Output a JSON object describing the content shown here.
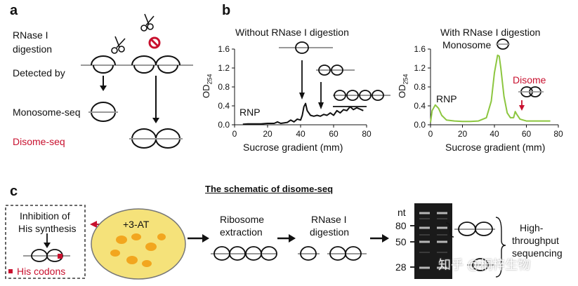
{
  "panel_a": {
    "letter": "a",
    "rnase_label_line1": "RNase I",
    "rnase_label_line2": "digestion",
    "detected_by": "Detected by",
    "monosome_seq": "Monosome-seq",
    "disome_seq": "Disome-seq"
  },
  "panel_b": {
    "letter": "b",
    "left_title": "Without RNase I digestion",
    "right_title": "With RNase I digestion",
    "rnp_left": "RNP",
    "rnp_right": "RNP",
    "monosome": "Monosome",
    "disome": "Disome",
    "ylabel_main": "OD",
    "ylabel_sub": "254",
    "xlabel": "Sucrose gradient (mm)",
    "yticks": [
      "1.6",
      "1.2",
      "0.8",
      "0.4",
      "0.0"
    ],
    "xticks": [
      "0",
      "20",
      "40",
      "60",
      "80"
    ]
  },
  "panel_c": {
    "letter": "c",
    "title": "The schematic of disome-seq",
    "inhibition_line1": "Inhibition of",
    "inhibition_line2": "His synthesis",
    "his_codons": "His codons",
    "drug": "+3-AT",
    "step1_line1": "Ribosome",
    "step1_line2": "extraction",
    "step2_line1": "RNase I",
    "step2_line2": "digestion",
    "nt": "nt",
    "gel_markers": [
      "80",
      "50",
      "28"
    ],
    "hts_line1": "High-",
    "hts_line2": "throughput",
    "hts_line3": "sequencing",
    "watermark": "知乎 @桐梓生物"
  },
  "colors": {
    "red": "#c8102e",
    "green": "#8cc63f",
    "yellow": "#f5e27a",
    "orange": "#f2a61f"
  },
  "chart_data": [
    {
      "type": "line",
      "title": "Without RNase I digestion",
      "xlabel": "Sucrose gradient (mm)",
      "ylabel": "OD254",
      "xlim": [
        0,
        80
      ],
      "ylim": [
        0,
        1.6
      ],
      "series": [
        {
          "x": [
            5,
            8,
            12,
            16,
            20,
            24,
            26,
            28,
            32,
            34,
            36,
            38,
            40,
            41,
            42,
            43,
            44,
            46,
            48,
            50,
            52,
            54,
            56,
            58,
            60,
            62,
            64,
            66,
            68,
            70,
            72,
            74,
            76,
            78
          ],
          "values": [
            0.01,
            0.02,
            0.02,
            0.02,
            0.03,
            0.03,
            0.06,
            0.03,
            0.05,
            0.1,
            0.06,
            0.12,
            0.1,
            0.2,
            0.38,
            0.45,
            0.3,
            0.2,
            0.18,
            0.2,
            0.18,
            0.22,
            0.2,
            0.25,
            0.2,
            0.3,
            0.25,
            0.32,
            0.3,
            0.38,
            0.32,
            0.36,
            0.33,
            0.3
          ]
        }
      ]
    },
    {
      "type": "line",
      "title": "With RNase I digestion",
      "xlabel": "Sucrose gradient (mm)",
      "ylabel": "OD254",
      "xlim": [
        0,
        80
      ],
      "ylim": [
        0,
        1.6
      ],
      "series": [
        {
          "color": "#8cc63f",
          "x": [
            0,
            1,
            3,
            5,
            7,
            10,
            15,
            20,
            25,
            30,
            35,
            38,
            40,
            42,
            43,
            44,
            46,
            48,
            50,
            52,
            53,
            54,
            56,
            58,
            60,
            65,
            70,
            75
          ],
          "values": [
            0.05,
            0.3,
            0.42,
            0.35,
            0.2,
            0.1,
            0.08,
            0.07,
            0.07,
            0.08,
            0.15,
            0.5,
            1.1,
            1.47,
            1.45,
            1.2,
            0.6,
            0.25,
            0.15,
            0.15,
            0.28,
            0.22,
            0.12,
            0.1,
            0.08,
            0.08,
            0.08,
            0.08
          ]
        }
      ]
    }
  ]
}
